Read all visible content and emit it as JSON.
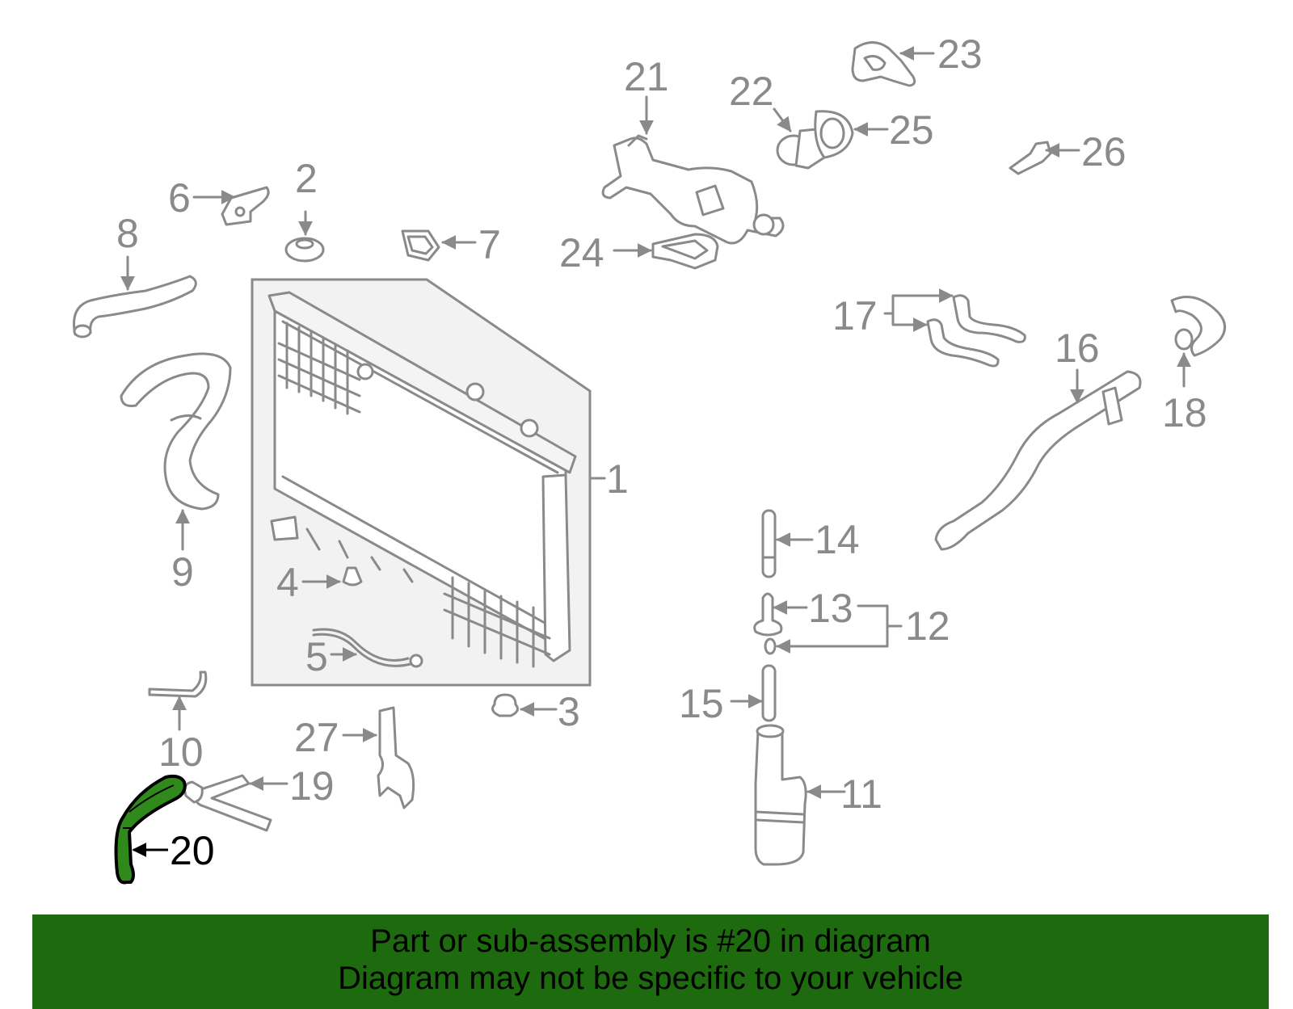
{
  "diagram": {
    "highlight_color": "#2f8a1b",
    "highlighted_part": "20",
    "callouts": {
      "c1": "1",
      "c2": "2",
      "c3": "3",
      "c4": "4",
      "c5": "5",
      "c6": "6",
      "c7": "7",
      "c8": "8",
      "c9": "9",
      "c10": "10",
      "c11": "11",
      "c12": "12",
      "c13": "13",
      "c14": "14",
      "c15": "15",
      "c16": "16",
      "c17": "17",
      "c18": "18",
      "c19": "19",
      "c20": "20",
      "c21": "21",
      "c22": "22",
      "c23": "23",
      "c24": "24",
      "c25": "25",
      "c26": "26",
      "c27": "27"
    }
  },
  "banner": {
    "line1": "Part or sub-assembly is #20 in diagram",
    "line2": "Diagram may not be specific to your vehicle",
    "color": "#1e6a0f"
  }
}
